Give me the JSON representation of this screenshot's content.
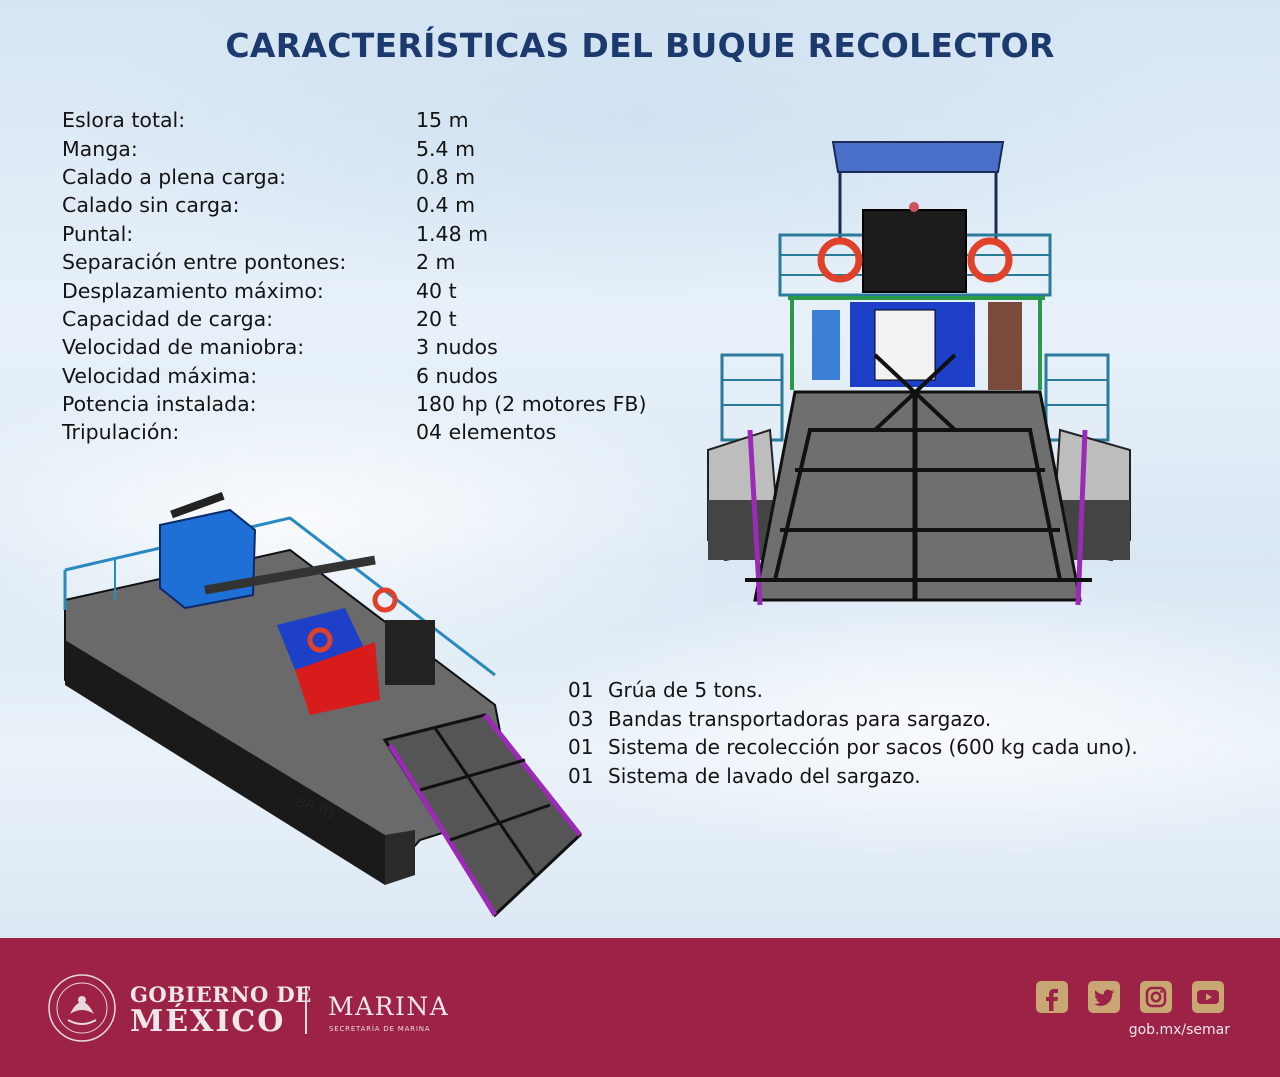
{
  "title": "CARACTERÍSTICAS DEL BUQUE RECOLECTOR",
  "specs": [
    {
      "label": "Eslora total:",
      "value": "15 m"
    },
    {
      "label": "Manga:",
      "value": "5.4 m"
    },
    {
      "label": "Calado a plena carga:",
      "value": "0.8 m"
    },
    {
      "label": "Calado sin carga:",
      "value": "0.4 m"
    },
    {
      "label": "Puntal:",
      "value": "1.48 m"
    },
    {
      "label": "Separación entre pontones:",
      "value": "2 m"
    },
    {
      "label": "Desplazamiento máximo:",
      "value": "40 t"
    },
    {
      "label": "Capacidad de carga:",
      "value": "20 t"
    },
    {
      "label": "Velocidad de maniobra:",
      "value": "3 nudos"
    },
    {
      "label": "Velocidad máxima:",
      "value": "6 nudos"
    },
    {
      "label": "Potencia instalada:",
      "value": "180 hp (2 motores FB)"
    },
    {
      "label": "Tripulación:",
      "value": "04 elementos"
    }
  ],
  "equipment": [
    {
      "qty": "01",
      "text": "Grúa de 5 tons."
    },
    {
      "qty": "03",
      "text": "Bandas transportadoras para sargazo."
    },
    {
      "qty": "01",
      "text": "Sistema de recolección por sacos (600 kg cada uno)."
    },
    {
      "qty": "01",
      "text": "Sistema de lavado del sargazo."
    }
  ],
  "boat_hull_marking": "BR 01",
  "footer": {
    "gob_line1": "GOBIERNO DE",
    "gob_line2": "MÉXICO",
    "marina": "MARINA",
    "marina_sub": "SECRETARÍA DE MARINA",
    "url": "gob.mx/semar",
    "social_icons": [
      "facebook-icon",
      "twitter-icon",
      "instagram-icon",
      "youtube-icon"
    ]
  },
  "colors": {
    "title": "#1c3a6e",
    "footer_bg": "#9c2346",
    "social_gold": "#c9a774"
  }
}
